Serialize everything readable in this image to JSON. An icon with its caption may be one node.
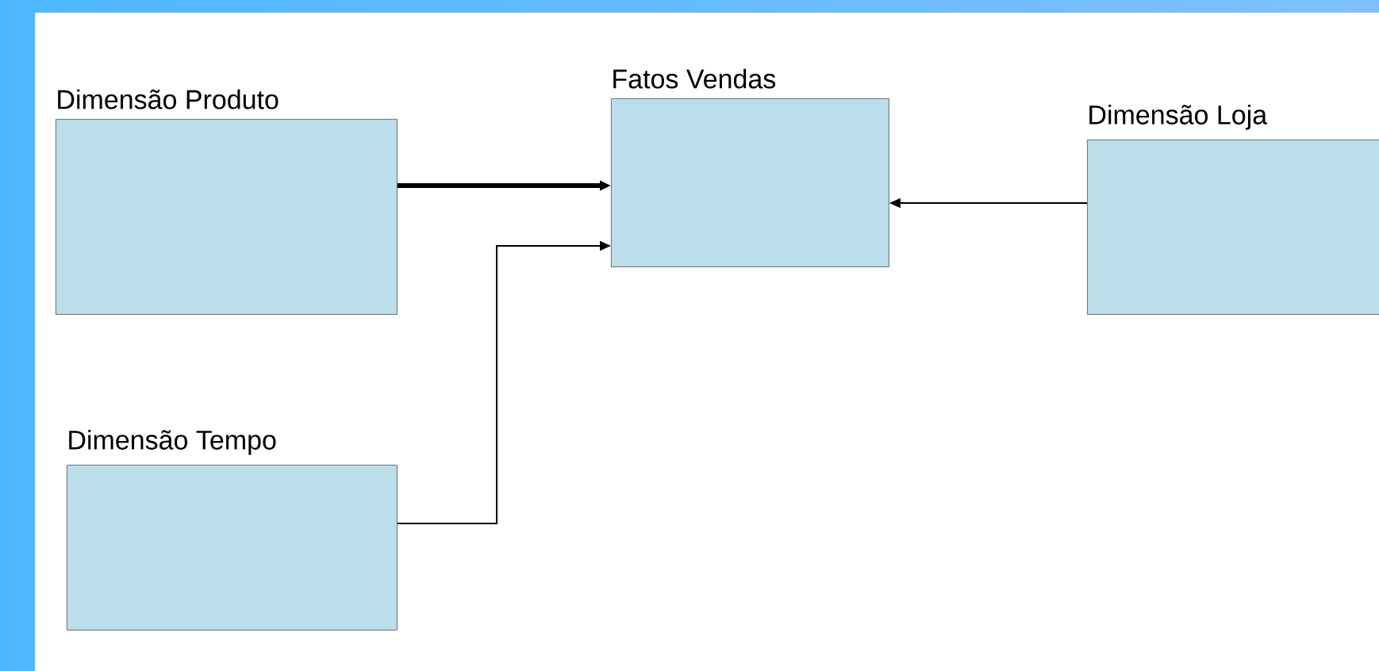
{
  "diagram": {
    "nodes": [
      {
        "text": [
          "Dimensão Produto"
        ]
      },
      {
        "text": [
          "Fatos Vendas"
        ]
      },
      {
        "text": [
          "Dimensão Loja"
        ]
      },
      {
        "text": [
          "Dimensão Tempo"
        ]
      }
    ],
    "edges": [
      {
        "from": 0,
        "to": 1,
        "arrow": "to",
        "style": "thick"
      },
      {
        "from": 3,
        "to": 1,
        "arrow": "to"
      },
      {
        "from": 2,
        "to": 1,
        "arrow": "to"
      }
    ]
  }
}
